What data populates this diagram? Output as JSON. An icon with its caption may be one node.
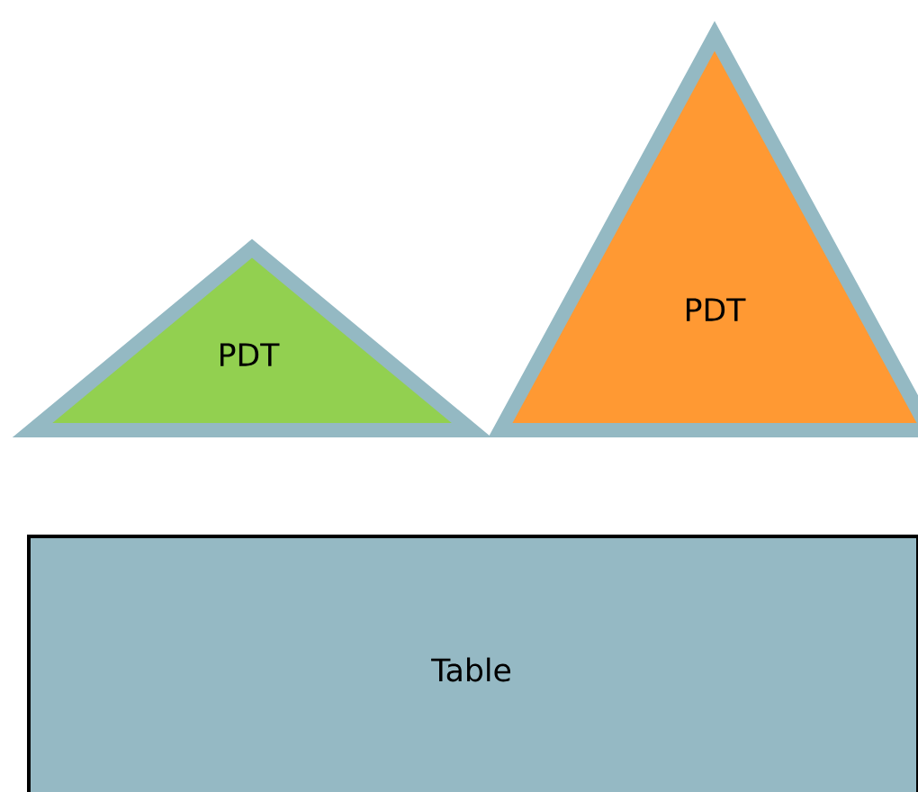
{
  "diagram": {
    "nodes": [
      {
        "text": [
          "PDT"
        ]
      },
      {
        "text": [
          "PDT"
        ]
      },
      {
        "text": [
          "Table"
        ]
      }
    ]
  }
}
